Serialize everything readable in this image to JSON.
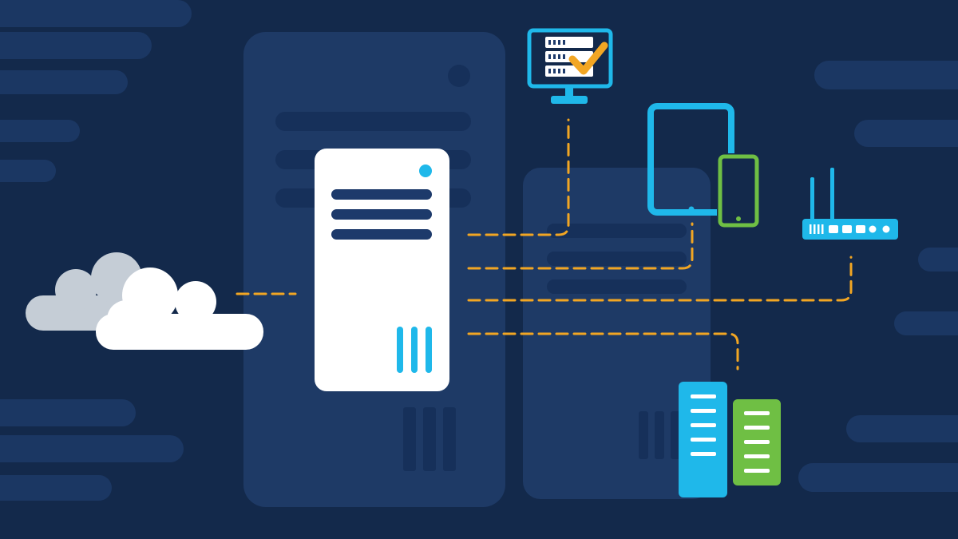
{
  "palette": {
    "background": "#13294b",
    "background_shape": "#1b3763",
    "ghost_tower": "#1e3a66",
    "ghost_bar": "#16305a",
    "server_body": "#ffffff",
    "server_bar": "#1d3a6b",
    "accent_blue": "#1fb8ea",
    "accent_green": "#6fbf44",
    "connector": "#f2a623",
    "cloud_back": "#c5cdd6",
    "cloud_front": "#ffffff",
    "rack_bar": "#ffffff",
    "checkmark": "#f2a623"
  },
  "diagram": {
    "nodes": [
      {
        "id": "cloud",
        "kind": "cloud",
        "icon": "cloud-icon"
      },
      {
        "id": "server",
        "kind": "server-tower",
        "icon": "server-tower-icon"
      },
      {
        "id": "monitor",
        "kind": "monitor-with-checked-server-list",
        "icon": "monitor-check-icon"
      },
      {
        "id": "tablet",
        "kind": "tablet",
        "icon": "tablet-icon"
      },
      {
        "id": "phone",
        "kind": "smartphone",
        "icon": "smartphone-icon"
      },
      {
        "id": "router",
        "kind": "wireless-router",
        "icon": "router-icon"
      },
      {
        "id": "rack-blue",
        "kind": "storage-rack",
        "icon": "storage-rack-icon"
      },
      {
        "id": "rack-green",
        "kind": "storage-rack",
        "icon": "storage-rack-icon"
      }
    ],
    "links": [
      {
        "from": "cloud",
        "to": "server",
        "style": "dashed"
      },
      {
        "from": "server",
        "to": "monitor",
        "style": "dashed"
      },
      {
        "from": "server",
        "to": "tablet",
        "style": "dashed"
      },
      {
        "from": "server",
        "to": "router",
        "style": "dashed"
      },
      {
        "from": "server",
        "to": "rack-blue",
        "style": "dashed"
      }
    ]
  }
}
